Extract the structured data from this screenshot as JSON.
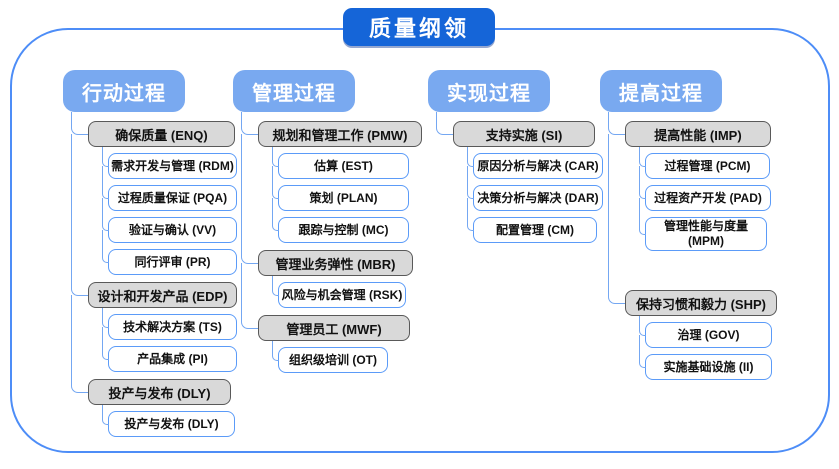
{
  "title": "质量纲领",
  "colors": {
    "title_bg": "#1565D8",
    "header_bg": "#79A9F0",
    "group_bg": "#D9D9D9",
    "group_border": "#595959",
    "leaf_border": "#5B9BF8",
    "connector": "#74A7F2",
    "frame_border": "#4D8DF7"
  },
  "columns": [
    {
      "label": "行动过程",
      "groups": [
        {
          "label": "确保质量 (ENQ)",
          "children": [
            {
              "label": "需求开发与管理 (RDM)"
            },
            {
              "label": "过程质量保证 (PQA)"
            },
            {
              "label": "验证与确认 (VV)"
            },
            {
              "label": "同行评审 (PR)"
            }
          ]
        },
        {
          "label": "设计和开发产品 (EDP)",
          "children": [
            {
              "label": "技术解决方案 (TS)"
            },
            {
              "label": "产品集成 (PI)"
            }
          ]
        },
        {
          "label": "投产与发布 (DLY)",
          "children": [
            {
              "label": "投产与发布 (DLY)"
            }
          ]
        }
      ]
    },
    {
      "label": "管理过程",
      "groups": [
        {
          "label": "规划和管理工作 (PMW)",
          "children": [
            {
              "label": "估算 (EST)"
            },
            {
              "label": "策划 (PLAN)"
            },
            {
              "label": "跟踪与控制 (MC)"
            }
          ]
        },
        {
          "label": "管理业务弹性 (MBR)",
          "children": [
            {
              "label": "风险与机会管理 (RSK)"
            }
          ]
        },
        {
          "label": "管理员工 (MWF)",
          "children": [
            {
              "label": "组织级培训 (OT)"
            }
          ]
        }
      ]
    },
    {
      "label": "实现过程",
      "groups": [
        {
          "label": "支持实施 (SI)",
          "children": [
            {
              "label": "原因分析与解决 (CAR)"
            },
            {
              "label": "决策分析与解决 (DAR)"
            },
            {
              "label": "配置管理 (CM)"
            }
          ]
        }
      ]
    },
    {
      "label": "提高过程",
      "groups": [
        {
          "label": "提高性能 (IMP)",
          "children": [
            {
              "label": "过程管理 (PCM)"
            },
            {
              "label": "过程资产开发 (PAD)"
            },
            {
              "label": "管理性能与度量 (MPM)"
            }
          ]
        },
        {
          "label": "保持习惯和毅力 (SHP)",
          "children": [
            {
              "label": "治理 (GOV)"
            },
            {
              "label": "实施基础设施 (II)"
            }
          ]
        }
      ]
    }
  ]
}
